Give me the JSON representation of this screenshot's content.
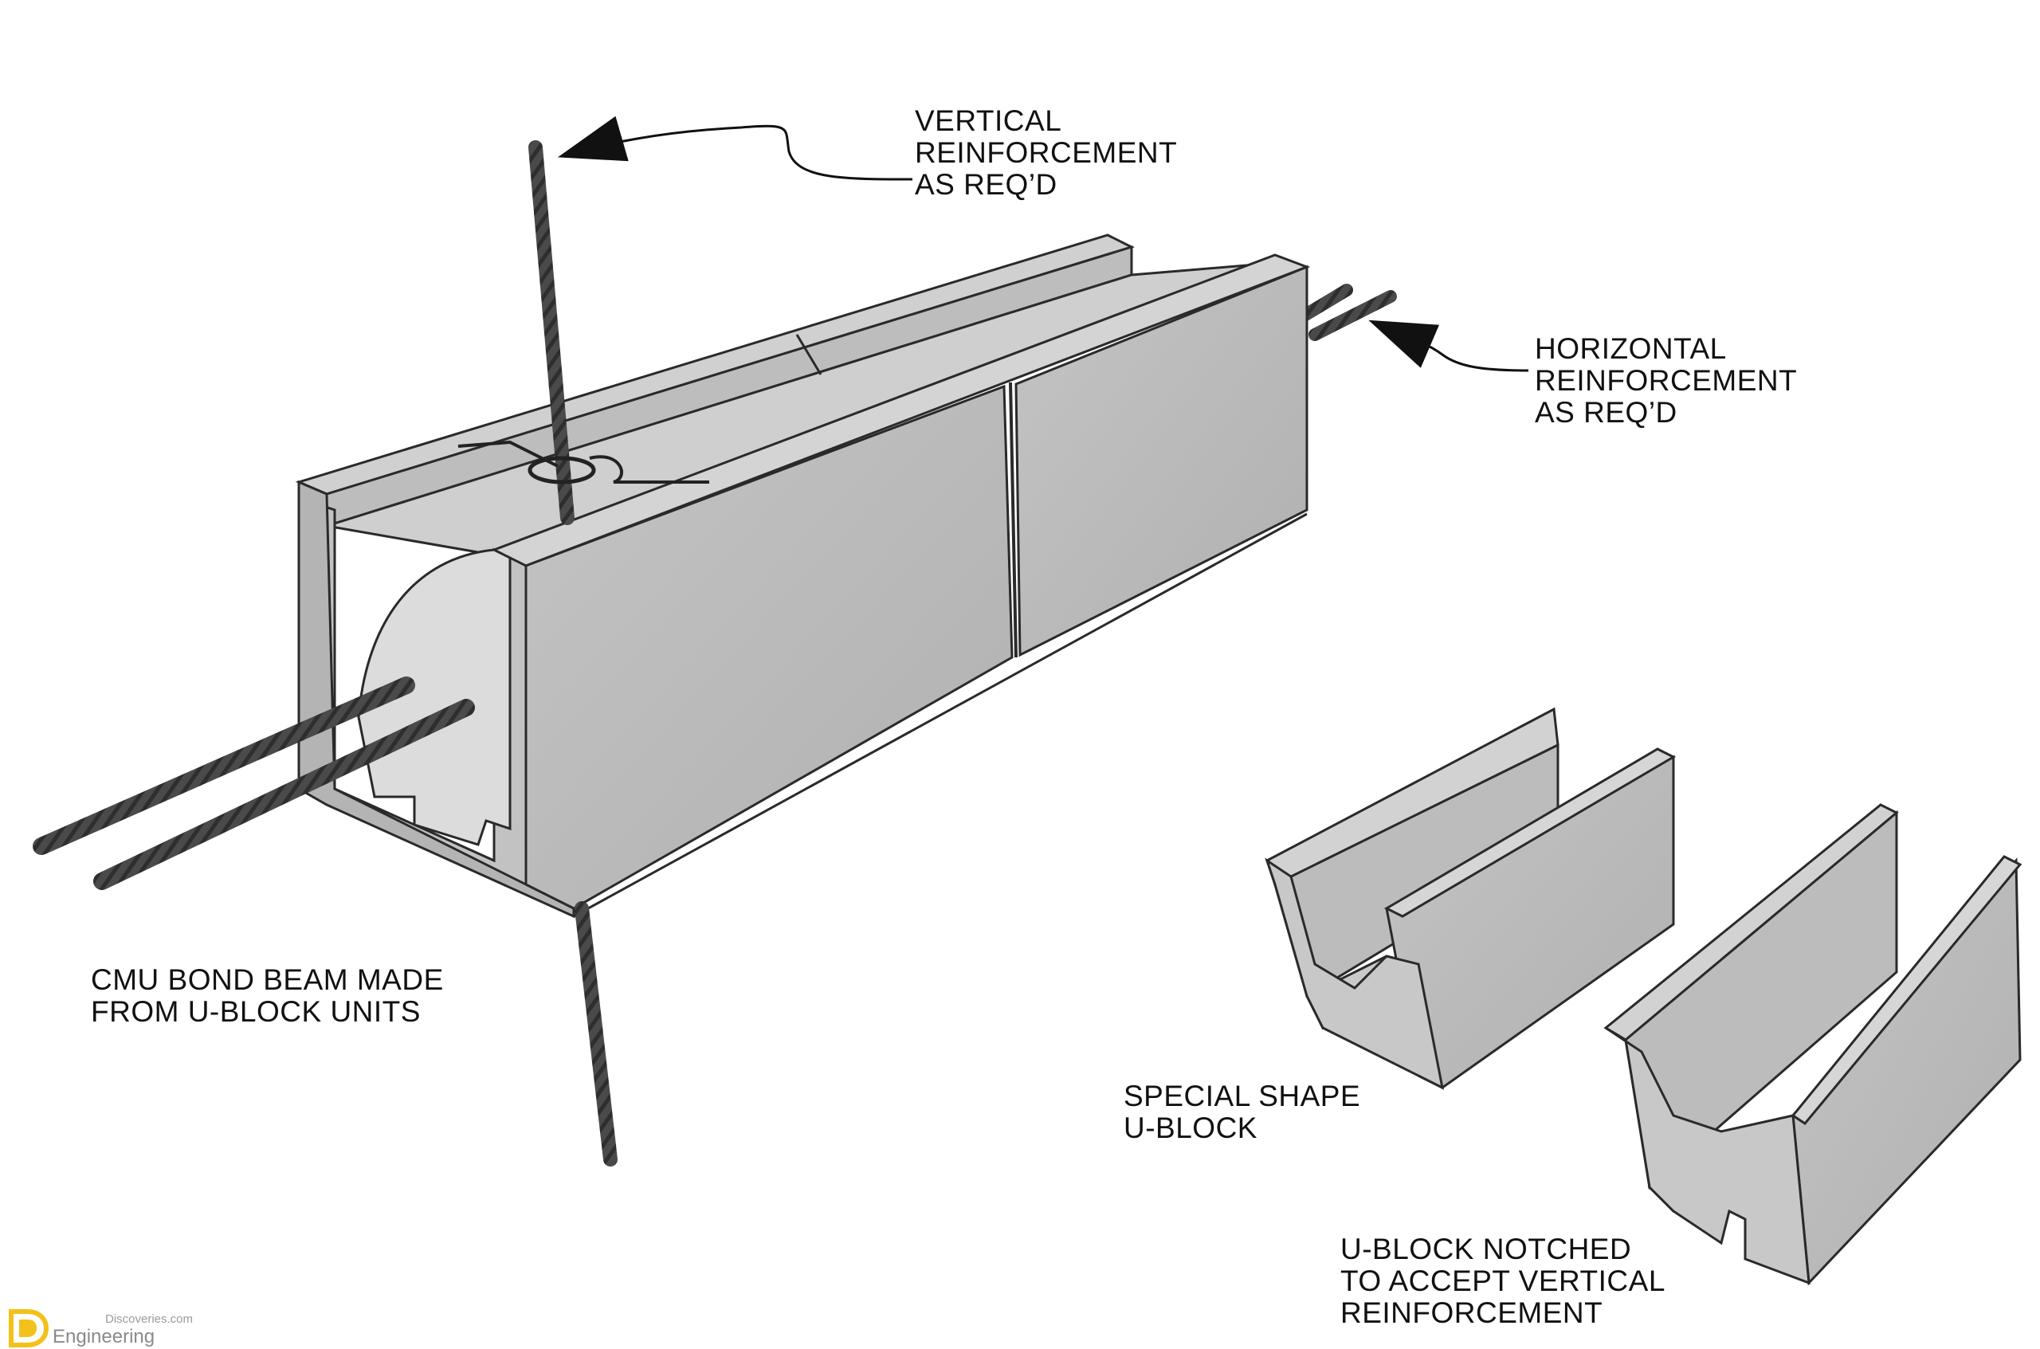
{
  "labels": {
    "vertical_reinforcement": [
      "VERTICAL",
      "REINFORCEMENT",
      "AS REQ’D"
    ],
    "horizontal_reinforcement": [
      "HORIZONTAL",
      "REINFORCEMENT",
      "AS REQ’D"
    ],
    "bond_beam": [
      "CMU BOND BEAM MADE",
      "FROM U-BLOCK UNITS"
    ],
    "special_shape": [
      "SPECIAL SHAPE",
      "U-BLOCK"
    ],
    "notched_block": [
      "U-BLOCK NOTCHED",
      "TO ACCEPT VERTICAL",
      "REINFORCEMENT"
    ]
  },
  "logo": {
    "line1": "Discoveries.com",
    "line2": "Engineering"
  },
  "colors": {
    "concrete_light": "#c9c9c9",
    "concrete_mid": "#b3b3b3",
    "concrete_dark": "#9c9c9c",
    "grout": "#dcdcdc",
    "rebar": "#4a4a4a",
    "outline": "#2a2a2a",
    "logo_accent": "#f2c21b"
  }
}
